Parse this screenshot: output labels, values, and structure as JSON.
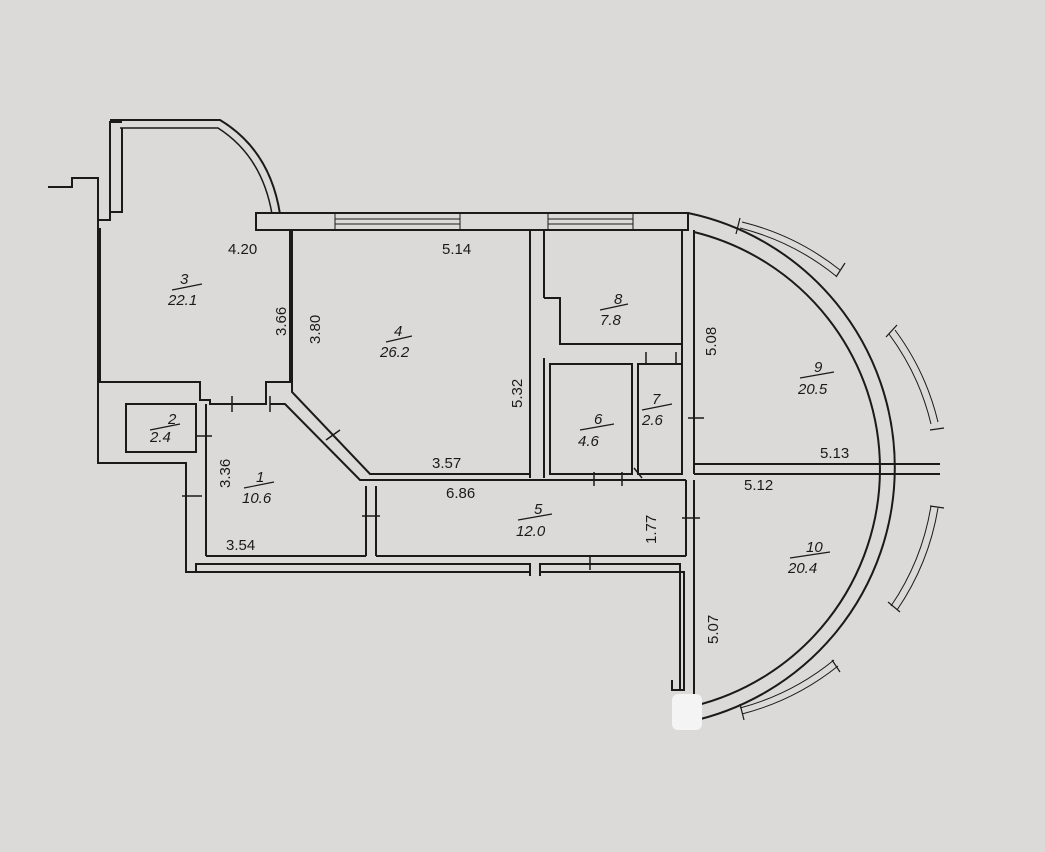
{
  "rooms": [
    {
      "id": "room-1",
      "number": "1",
      "area": "10.6"
    },
    {
      "id": "room-2",
      "number": "2",
      "area": "2.4"
    },
    {
      "id": "room-3",
      "number": "3",
      "area": "22.1"
    },
    {
      "id": "room-4",
      "number": "4",
      "area": "26.2"
    },
    {
      "id": "room-5",
      "number": "5",
      "area": "12.0"
    },
    {
      "id": "room-6",
      "number": "6",
      "area": "4.6"
    },
    {
      "id": "room-7",
      "number": "7",
      "area": "2.6"
    },
    {
      "id": "room-8",
      "number": "8",
      "area": "7.8"
    },
    {
      "id": "room-9",
      "number": "9",
      "area": "20.5"
    },
    {
      "id": "room-10",
      "number": "10",
      "area": "20.4"
    }
  ],
  "dimensions": {
    "d_4_20": "4.20",
    "d_5_14": "5.14",
    "d_3_66": "3.66",
    "d_3_80": "3.80",
    "d_5_32": "5.32",
    "d_5_08": "5.08",
    "d_3_36": "3.36",
    "d_3_57": "3.57",
    "d_6_86": "6.86",
    "d_1_77": "1.77",
    "d_5_13": "5.13",
    "d_5_12": "5.12",
    "d_3_54": "3.54",
    "d_5_07": "5.07"
  }
}
